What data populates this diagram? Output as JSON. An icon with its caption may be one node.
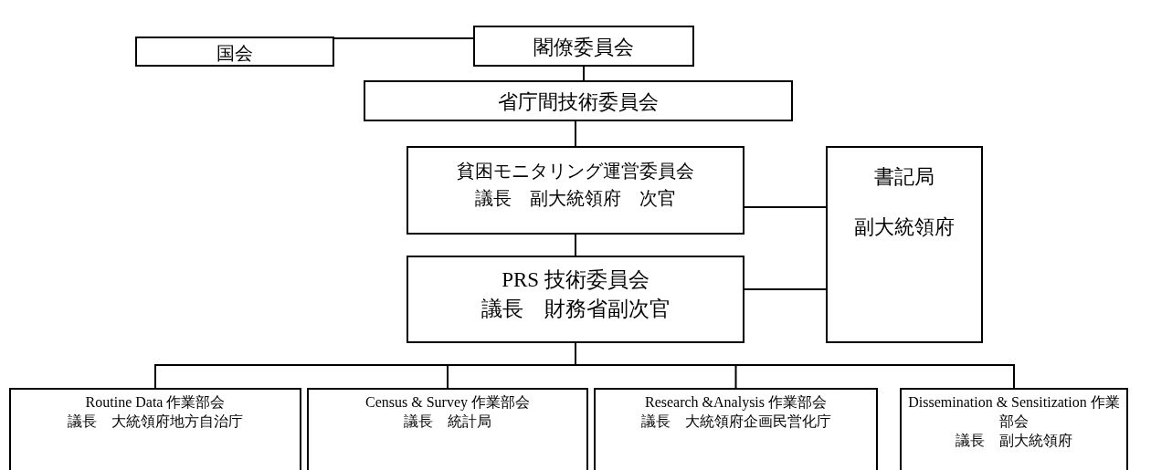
{
  "diagram": {
    "nodes": [
      {
        "text": [
          "国会"
        ]
      },
      {
        "text": [
          "閣僚委員会"
        ]
      },
      {
        "text": [
          "省庁間技術委員会"
        ]
      },
      {
        "text": [
          "貧困モニタリング運営委員会",
          "議長　副大統領府　次官"
        ]
      },
      {
        "text": [
          "PRS 技術委員会",
          "議長　財務省副次官"
        ]
      },
      {
        "text": [
          "書記局",
          "副大統領府"
        ]
      },
      {
        "text": [
          "Routine Data 作業部会",
          "議長　大統領府地方自治庁"
        ]
      },
      {
        "text": [
          "Census & Survey 作業部会",
          "議長　統計局"
        ]
      },
      {
        "text": [
          "Research &Analysis 作業部会",
          "議長　大統領府企画民営化庁"
        ]
      },
      {
        "text": [
          "Dissemination & Sensitization 作業部会",
          "議長　副大統領府"
        ]
      }
    ],
    "edges": [
      {
        "from": 0,
        "to": 1,
        "arrow": "none"
      },
      {
        "from": 1,
        "to": 2,
        "arrow": "none"
      },
      {
        "from": 2,
        "to": 3,
        "arrow": "none"
      },
      {
        "from": 3,
        "to": 4,
        "arrow": "none"
      },
      {
        "from": 3,
        "to": 5,
        "arrow": "none"
      },
      {
        "from": 4,
        "to": 5,
        "arrow": "none"
      },
      {
        "from": 4,
        "to": 6,
        "arrow": "none"
      },
      {
        "from": 4,
        "to": 7,
        "arrow": "none"
      },
      {
        "from": 4,
        "to": 8,
        "arrow": "none"
      },
      {
        "from": 4,
        "to": 9,
        "arrow": "none"
      }
    ]
  }
}
